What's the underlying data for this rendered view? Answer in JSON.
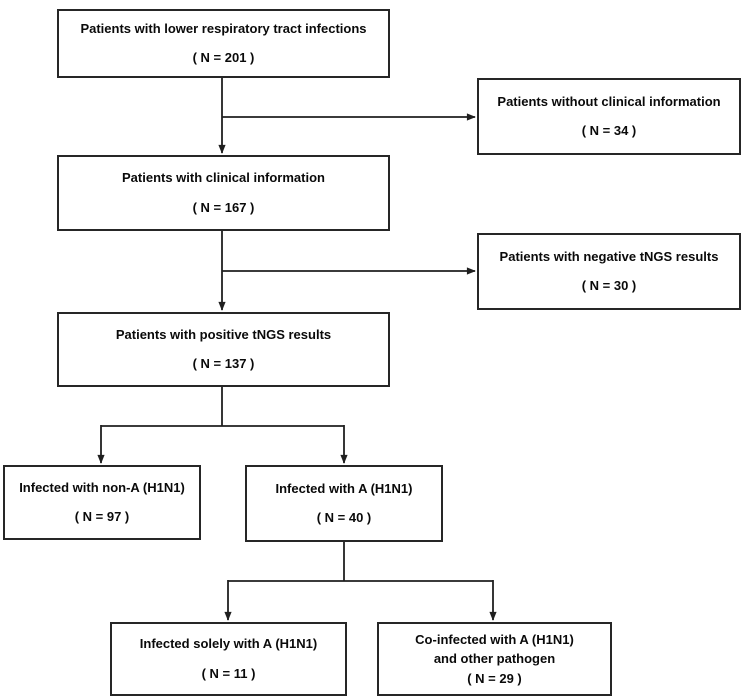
{
  "diagram": {
    "type": "patient-flow-diagram",
    "colors": {
      "background": "#ffffff",
      "box_border": "#262626",
      "line": "#1f1f1f",
      "text": "#0a0a0a"
    },
    "boxes": {
      "lrti": {
        "label": "Patients with lower respiratory tract infections",
        "n": "( N = 201 )"
      },
      "no_clinical": {
        "label": "Patients without clinical information",
        "n": "( N = 34 )"
      },
      "clinical": {
        "label": "Patients with clinical information",
        "n": "( N = 167 )"
      },
      "negative": {
        "label": "Patients with negative tNGS results",
        "n": "( N = 30 )"
      },
      "positive": {
        "label": "Patients with positive tNGS results",
        "n": "( N = 137 )"
      },
      "non_a": {
        "label": "Infected with non-A (H1N1)",
        "n": "( N = 97 )"
      },
      "a": {
        "label": "Infected with A (H1N1)",
        "n": "( N = 40 )"
      },
      "solely_a": {
        "label": "Infected solely with A (H1N1)",
        "n": "( N = 11 )"
      },
      "coinfected": {
        "label": "Co-infected with A (H1N1)",
        "label2": "and other pathogen",
        "n": "( N = 29 )"
      }
    }
  }
}
